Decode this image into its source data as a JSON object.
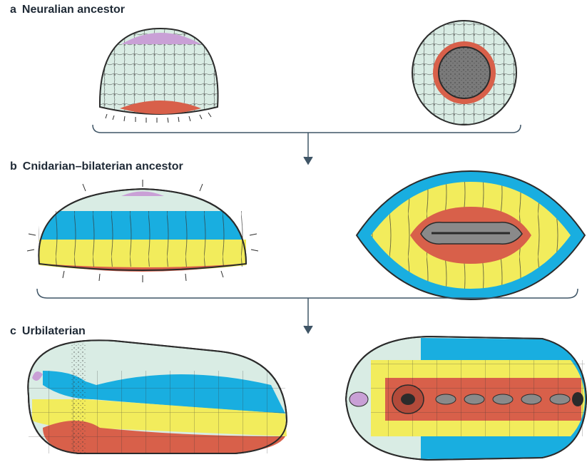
{
  "panels": [
    {
      "letter": "a",
      "title": "Neuralian ancestor"
    },
    {
      "letter": "b",
      "title": "Cnidarian–bilaterian ancestor"
    },
    {
      "letter": "c",
      "title": "Urbilaterian"
    }
  ],
  "colors": {
    "outline": "#2b2b2b",
    "body_fill": "#d9ece4",
    "purple": "#c9a0d6",
    "red": "#d8604a",
    "blue": "#19aee0",
    "yellow": "#f2ec5c",
    "connector": "#3f5566",
    "gut_gray": "#8a8a8a"
  }
}
